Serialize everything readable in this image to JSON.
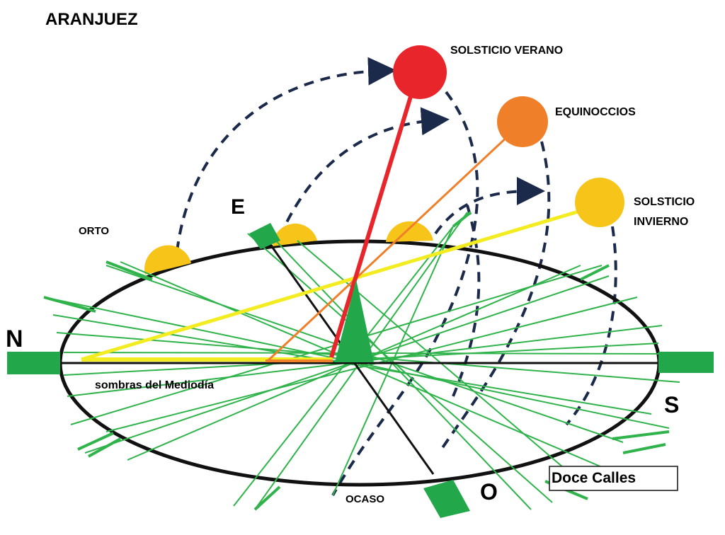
{
  "title": "ARANJUEZ",
  "cardinals": {
    "north": "N",
    "east": "E",
    "south": "S",
    "west": "O"
  },
  "labels": {
    "summer_solstice": "SOLSTICIO VERANO",
    "equinoxes": "EQUINOCCIOS",
    "winter_solstice_1": "SOLSTICIO",
    "winter_solstice_2": "INVIERNO",
    "sunrise": "ORTO",
    "sunset": "OCASO",
    "noon_shadows": "sombras del Mediodía",
    "credit": "Doce Calles"
  },
  "colors": {
    "summer_sun": "#e8252b",
    "equinox_sun": "#f07f2a",
    "winter_sun": "#f7c51a",
    "gnomon": "#22a84a",
    "shadow_lines": "#2fb34a",
    "horizon": "#111111",
    "sun_path": "#1b2a4a"
  }
}
